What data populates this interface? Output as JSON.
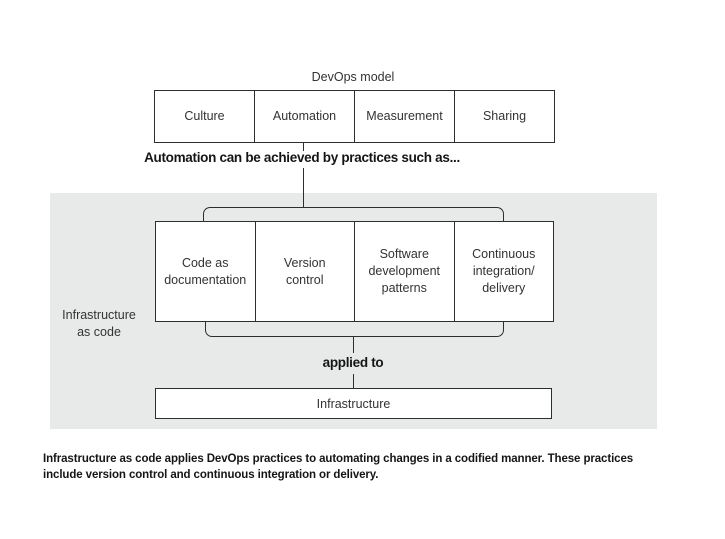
{
  "diagram": {
    "title": "DevOps model",
    "devops_boxes": [
      "Culture",
      "Automation",
      "Measurement",
      "Sharing"
    ],
    "automation_note": "Automation can be achieved by practices such as...",
    "practices_boxes": [
      "Code as\ndocumentation",
      "Version\ncontrol",
      "Software\ndevelopment\npatterns",
      "Continuous\nintegration/\ndelivery"
    ],
    "group_label": "Infrastructure\nas code",
    "applied_to_label": "applied to",
    "infrastructure_label": "Infrastructure",
    "caption": "Infrastructure as code applies DevOps practices to automating changes in a codified manner. These practices include version control and continuous integration or delivery."
  },
  "colors": {
    "page_background": "#ffffff",
    "region_background": "#e8eae9",
    "line_color": "#2e2e2e",
    "text_color": "#333333",
    "bold_text_color": "#151515"
  }
}
